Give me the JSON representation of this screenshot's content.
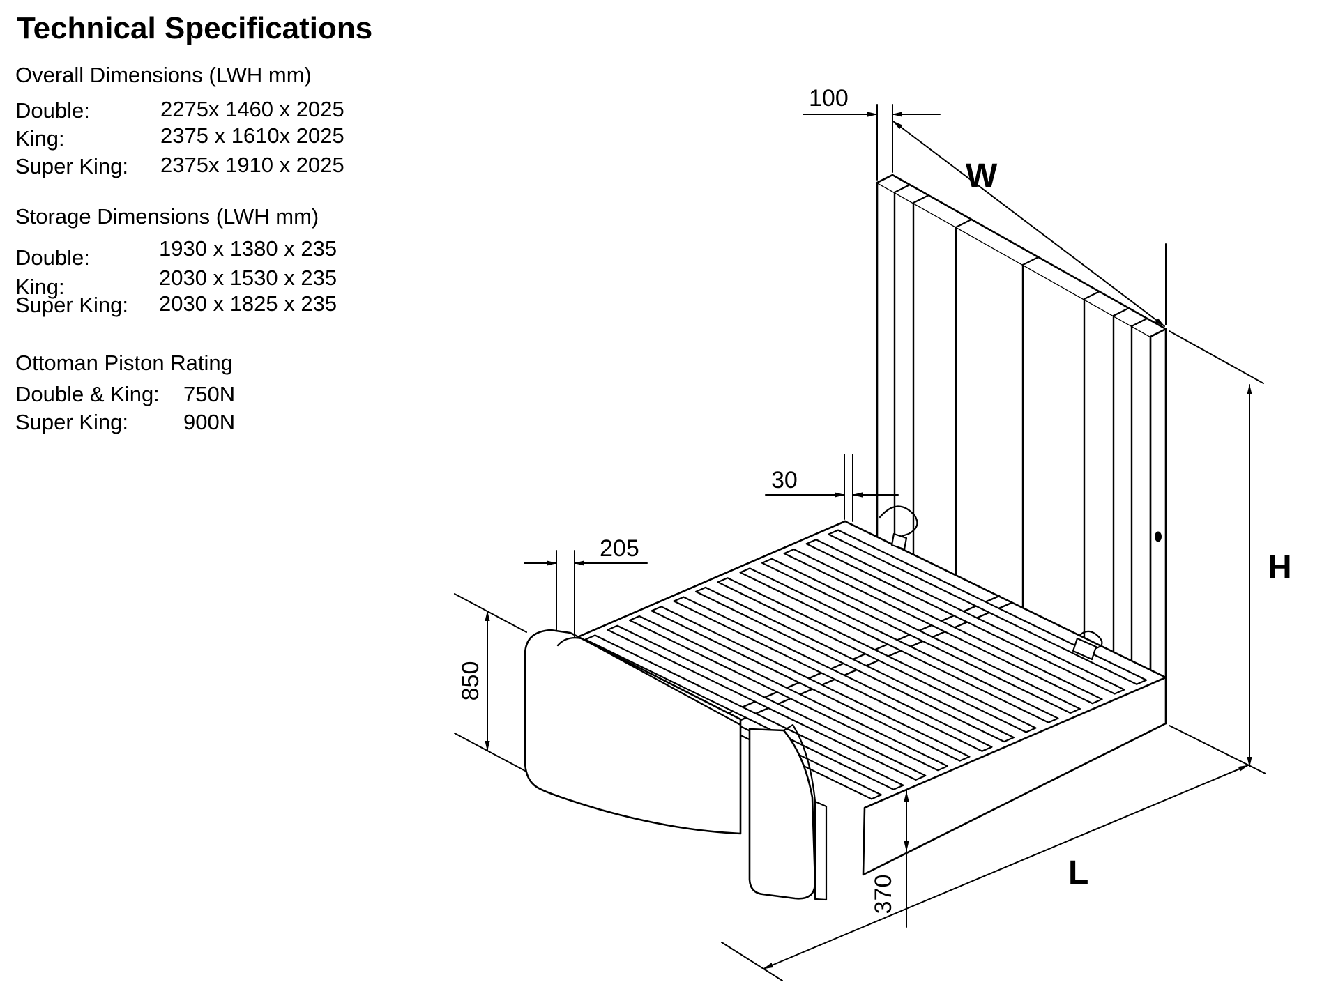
{
  "title": "Technical Specifications",
  "sections": [
    {
      "heading": "Overall Dimensions (LWH mm)",
      "rows": [
        {
          "label": "Double:",
          "value": "2275x 1460 x 2025"
        },
        {
          "label": "King:",
          "value": "2375 x 1610x 2025"
        },
        {
          "label": "Super King:",
          "value": "2375x 1910 x 2025"
        }
      ]
    },
    {
      "heading": "Storage Dimensions (LWH mm)",
      "rows": [
        {
          "label": "Double:",
          "value": "1930 x 1380 x 235"
        },
        {
          "label": "King:",
          "value": "2030 x 1530 x 235"
        },
        {
          "label": "Super King:",
          "value": "2030 x 1825 x 235"
        }
      ]
    },
    {
      "heading": "Ottoman Piston Rating",
      "rows": [
        {
          "label": "Double & King:",
          "value": "750N"
        },
        {
          "label": "Super King:",
          "value": "900N"
        }
      ]
    }
  ],
  "diagram": {
    "line_color": "#000000",
    "dims": {
      "headboard_thickness": "100",
      "width_letter": "W",
      "slat_offset": "30",
      "footboard_top": "205",
      "footboard_height": "850",
      "height_letter": "H",
      "base_height": "370",
      "length_letter": "L"
    }
  }
}
